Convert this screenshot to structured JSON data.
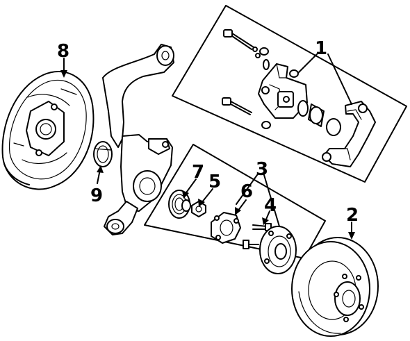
{
  "diagram": {
    "callouts": [
      "1",
      "2",
      "3",
      "4",
      "5",
      "6",
      "7",
      "8",
      "9"
    ]
  }
}
